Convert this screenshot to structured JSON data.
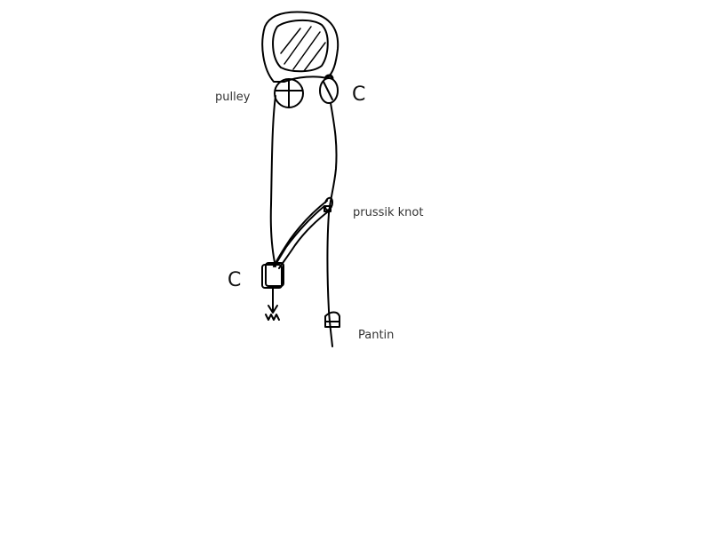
{
  "diagram": {
    "type": "hand-drawn rope pulley system",
    "labels": {
      "pulley": "pulley",
      "prussik_knot": "prussik knot",
      "pantin": "Pantin",
      "carabiner_top": "C",
      "carabiner_bottom": "C"
    },
    "colors": {
      "stroke": "#000000",
      "background": "#ffffff",
      "text": "#333333"
    }
  }
}
